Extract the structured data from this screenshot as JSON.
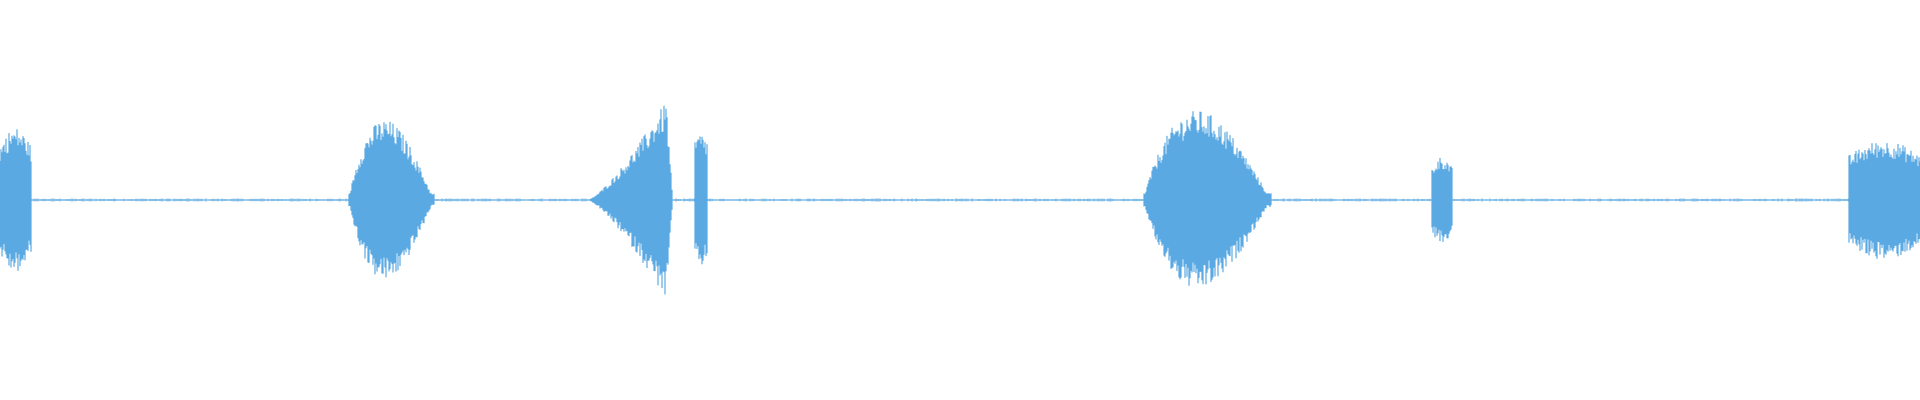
{
  "waveform": {
    "color": "#5aa9e2",
    "background": "#ffffff",
    "baseline_amplitude": 0.012,
    "bursts": [
      {
        "name": "burst-1",
        "start": 0.0,
        "end": 0.016,
        "peak": 0.63,
        "shape": "block"
      },
      {
        "name": "burst-2",
        "start": 0.182,
        "end": 0.226,
        "peak": 0.7,
        "shape": "swell"
      },
      {
        "name": "burst-3",
        "start": 0.306,
        "end": 0.35,
        "peak": 0.95,
        "shape": "rise"
      },
      {
        "name": "burst-4",
        "start": 0.362,
        "end": 0.368,
        "peak": 0.58,
        "shape": "spike"
      },
      {
        "name": "burst-5",
        "start": 0.596,
        "end": 0.662,
        "peak": 0.78,
        "shape": "swell"
      },
      {
        "name": "burst-6",
        "start": 0.746,
        "end": 0.756,
        "peak": 0.38,
        "shape": "block"
      },
      {
        "name": "burst-7",
        "start": 0.963,
        "end": 1.0,
        "peak": 0.52,
        "shape": "block"
      }
    ]
  }
}
